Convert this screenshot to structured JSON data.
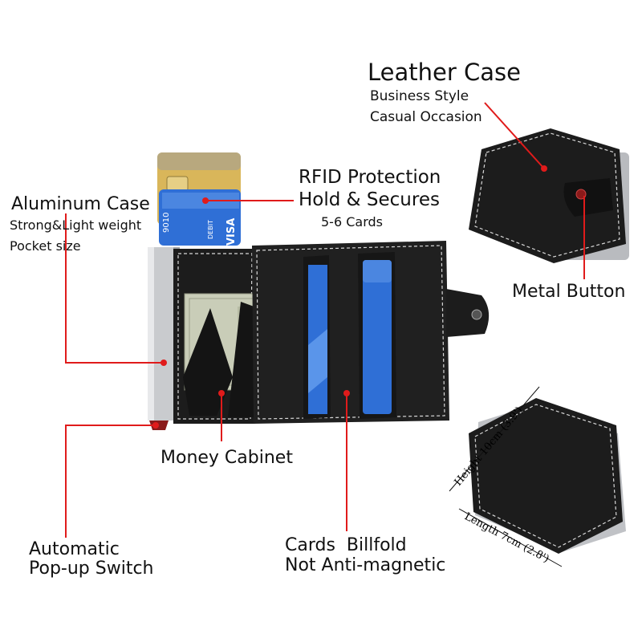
{
  "labels": {
    "leather_title": "Leather Case",
    "leather_line1": "Business Style",
    "leather_line2": "Casual Occasion",
    "rfid_line1": "RFID Protection",
    "rfid_line2": "Hold & Secures",
    "rfid_line3": "5-6 Cards",
    "aluminum_title": "Aluminum Case",
    "aluminum_line1": "Strong&Light weight",
    "aluminum_line2": "Pocket size",
    "metal_button": "Metal Button",
    "money_cabinet": "Money Cabinet",
    "auto_line1": "Automatic",
    "auto_line2": "Pop-up Switch",
    "cards_line1": "Cards  Billfold",
    "cards_line2": "Not Anti-magnetic",
    "height_dim": "Height 10cm (3.9')",
    "length_dim": "Length 7cm (2.8')",
    "card_brand": "VISA",
    "card_number": "9010",
    "card_debit": "DEBIT"
  },
  "colors": {
    "leader_line": "#e01b1b",
    "leather": "#1c1c1c",
    "stitch": "#d8d8d8",
    "aluminum": "#c9cbce",
    "card_blue": "#2f6fd6",
    "card_gold": "#d9b65a",
    "banknote": "#c9cdb8"
  }
}
